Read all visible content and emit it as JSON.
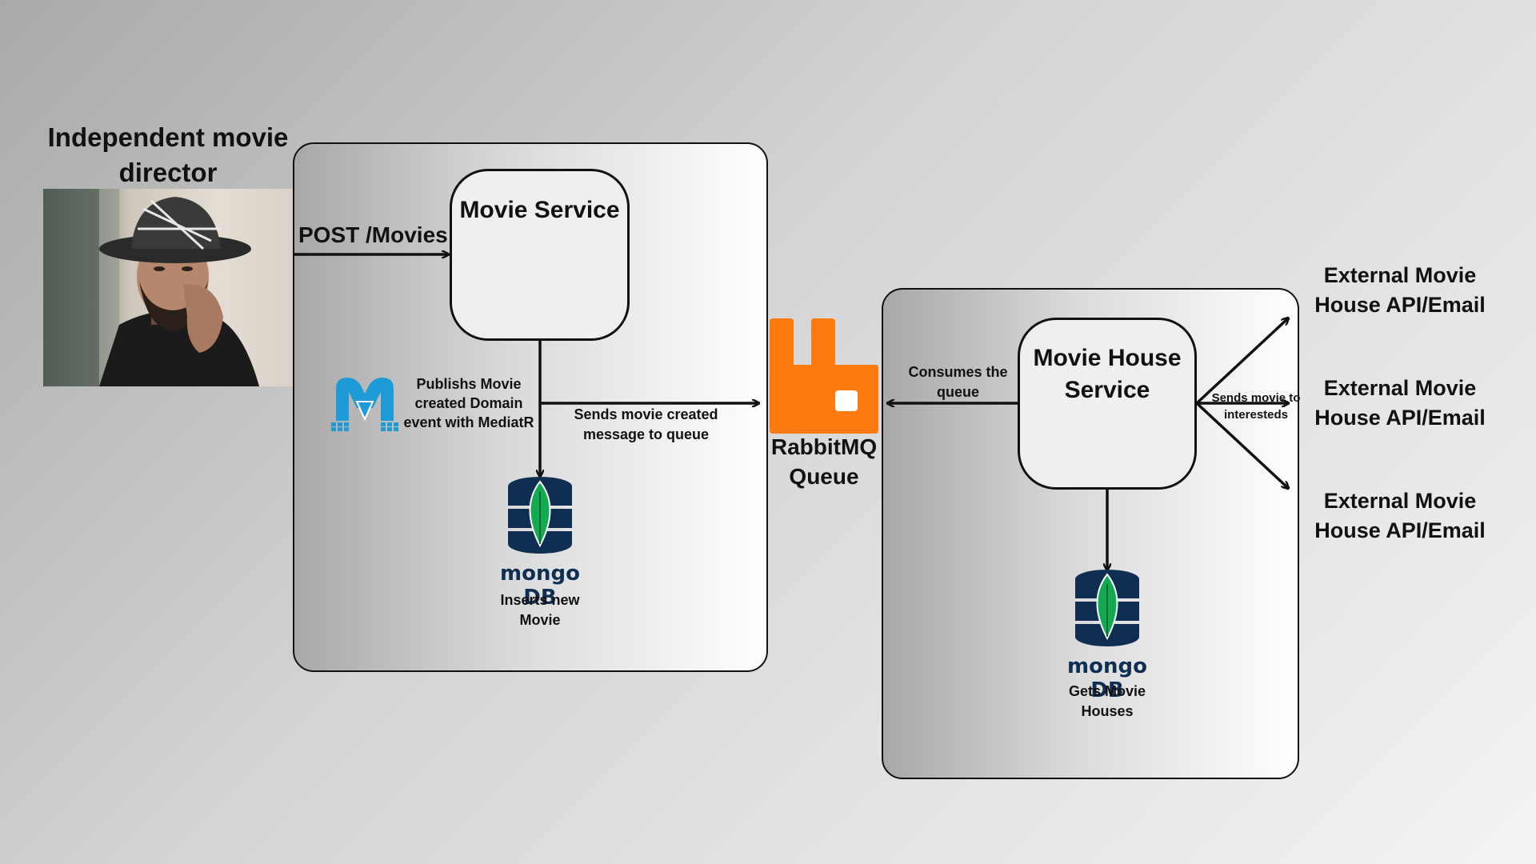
{
  "director": {
    "title_line1": "Independent movie",
    "title_line2": "director"
  },
  "request": {
    "label": "POST /Movies"
  },
  "movie_service": {
    "title": "Movie Service"
  },
  "mediatr": {
    "line1": "Publishs Movie",
    "line2": "created Domain",
    "line3": "event with MediatR",
    "icon": "mediatr-logo"
  },
  "send_queue": {
    "line1": "Sends movie created",
    "line2": "message to queue"
  },
  "mongo_left": {
    "logo_text": "mongo DB",
    "line1": "Inserts new",
    "line2": "Movie"
  },
  "rabbitmq": {
    "line1": "RabbitMQ",
    "line2": "Queue",
    "color": "#ff7b0f"
  },
  "consume": {
    "line1": "Consumes the",
    "line2": "queue"
  },
  "movie_house_service": {
    "title_line1": "Movie House",
    "title_line2": "Service"
  },
  "fanout": {
    "line1": "Sends movie to",
    "line2": "interesteds"
  },
  "mongo_right": {
    "logo_text": "mongo DB",
    "line1": "Gets Movie",
    "line2": "Houses"
  },
  "external": [
    {
      "line1": "External Movie",
      "line2": "House API/Email"
    },
    {
      "line1": "External Movie",
      "line2": "House API/Email"
    },
    {
      "line1": "External Movie",
      "line2": "House API/Email"
    }
  ],
  "colors": {
    "mongo_navy": "#0f2f52",
    "mongo_leaf": "#13aa52",
    "mediatr_blue": "#1e9ad6"
  }
}
